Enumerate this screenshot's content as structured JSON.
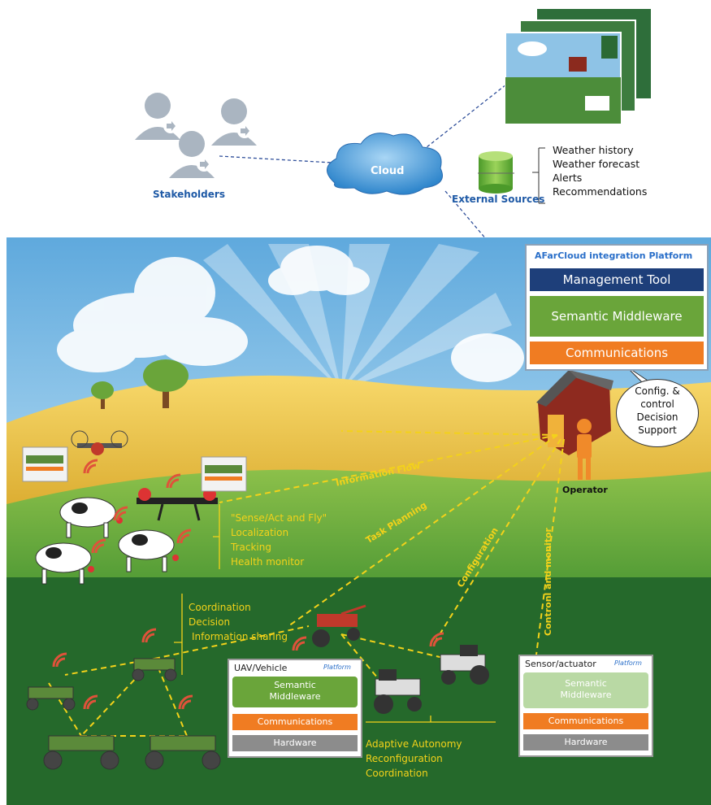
{
  "stakeholders": {
    "label": "Stakeholders"
  },
  "cloud": {
    "label": "Cloud"
  },
  "external_sources": {
    "label": "External Sources",
    "items": [
      "Weather history",
      "Weather forecast",
      "Alerts",
      "Recommendations"
    ]
  },
  "integration_platform": {
    "title": "AFarCloud integration Platform",
    "layers": [
      "Management Tool",
      "Semantic Middleware",
      "Communications"
    ]
  },
  "callout": {
    "lines": [
      "Config. &",
      "control",
      "Decision",
      "Support"
    ]
  },
  "operator": {
    "label": "Operator"
  },
  "flows": {
    "information_flow": "Information Flow",
    "task_planning": "Task Planning",
    "configuration": "Configuration",
    "control_monitor": "Contronl and monitor"
  },
  "drone_capabilities": [
    "\"Sense/Act and Fly\"",
    "Localization",
    "Tracking",
    "Health monitor"
  ],
  "robot_capabilities": [
    "Coordination",
    "Decision",
    "Information sharing"
  ],
  "tractor_capabilities": [
    "Adaptive Autonomy",
    "Reconfiguration",
    "Coordination"
  ],
  "uav_platform": {
    "title": "UAV/Vehicle",
    "tag": "Platform",
    "layers": [
      "Semantic\nMiddleware",
      "Communications",
      "Hardware"
    ]
  },
  "sensor_platform": {
    "title": "Sensor/actuator",
    "tag": "Platform",
    "layers": [
      "Semantic\nMiddleware",
      "Communications",
      "Hardware"
    ]
  },
  "colors": {
    "sky": "#9fd0ef",
    "hill": "#f0c94a",
    "grass": "#2e7d2e",
    "management": "#1e3f7a",
    "middleware": "#6aa53a",
    "communications": "#f07c22",
    "hardware": "#8c8c8c",
    "flow": "#f3d21a",
    "signal": "#e0523a"
  }
}
